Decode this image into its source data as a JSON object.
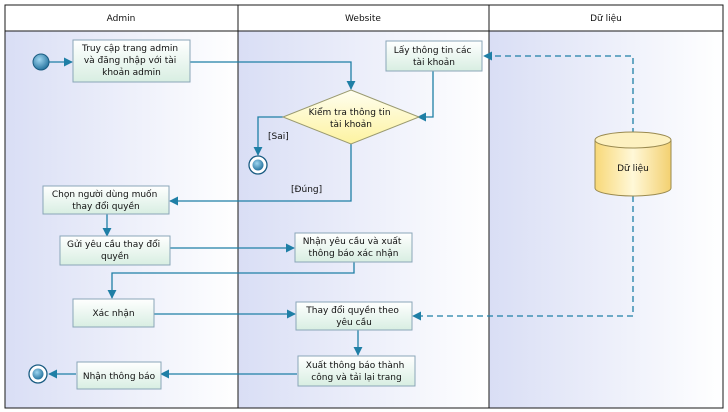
{
  "lanes": {
    "admin": "Admin",
    "website": "Website",
    "data": "Dữ liệu"
  },
  "actions": {
    "login": [
      "Truy cập trang admin",
      "và đăng nhập với tài",
      "khoản admin"
    ],
    "get_accounts": [
      "Lấy thông tin các",
      "tài khoản"
    ],
    "check_info": [
      "Kiểm tra thông tin",
      "tài khoản"
    ],
    "choose_user": [
      "Chọn người dùng muốn",
      "thay đổi quyền"
    ],
    "send_request": [
      "Gửi yêu cầu thay đổi",
      "quyền"
    ],
    "receive_request": [
      "Nhận yêu cầu và xuất",
      "thông báo xác nhận"
    ],
    "confirm": [
      "Xác nhận"
    ],
    "change_permission": [
      "Thay đổi quyền theo",
      "yêu cầu"
    ],
    "output_result": [
      "Xuất thông báo thành",
      "công và tải lại trang"
    ],
    "receive_notice": [
      "Nhận thông báo"
    ]
  },
  "datastore": {
    "label": "Dữ liệu"
  },
  "guards": {
    "false": "[Sai]",
    "true": "[Đúng]"
  },
  "colors": {
    "flow": "#1f7fa6",
    "action_fill_top": "#ffffff",
    "action_fill_bottom": "#dcefe6",
    "lane_fill": "#e4e8f8",
    "decision_fill": "#fff9c4",
    "datastore_fill": "#fce9a8"
  }
}
